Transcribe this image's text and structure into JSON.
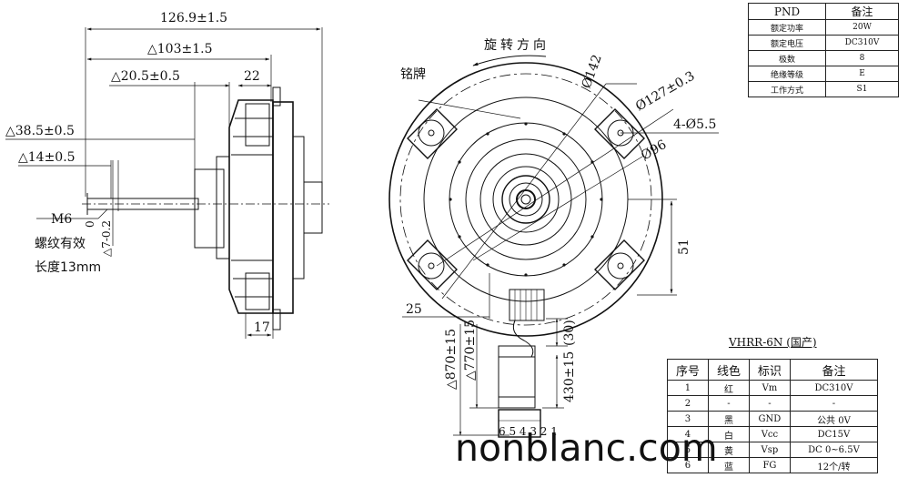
{
  "side_view": {
    "dim_overall": "126.9±1.5",
    "dim_103": "△103±1.5",
    "dim_20_5": "△20.5±0.5",
    "dim_22": "22",
    "dim_38_5": "△38.5±0.5",
    "dim_14": "△14±0.5",
    "dim_7": "△7-0.2",
    "dim_7_tol_upper": "0",
    "thread_m6": "M6",
    "thread_line1": "螺纹有效",
    "thread_line2": "长度13mm",
    "dim_17": "17"
  },
  "front_view": {
    "rotation_label": "旋转方向",
    "nameplate_label": "铭牌",
    "dim_phi142": "Ø142",
    "dim_phi127": "Ø127±0.3",
    "dim_holes": "4-Ø5.5",
    "dim_phi96": "Ø96",
    "dim_51": "51",
    "dim_25": "25",
    "dim_870": "△870±15",
    "dim_770": "△770±15",
    "dim_30": "(30)",
    "dim_430": "430±15",
    "connector_pins": "6 5 4 3 2 1"
  },
  "spec_table": {
    "headers": [
      "PND",
      "备注"
    ],
    "rows": [
      [
        "额定功率",
        "20W"
      ],
      [
        "额定电压",
        "DC310V"
      ],
      [
        "极数",
        "8"
      ],
      [
        "绝缘等级",
        "E"
      ],
      [
        "工作方式",
        "S1"
      ]
    ]
  },
  "connector_table": {
    "title": "VHRR-6N (国产)",
    "headers": [
      "序号",
      "线色",
      "标识",
      "备注"
    ],
    "rows": [
      [
        "1",
        "红",
        "Vm",
        "DC310V"
      ],
      [
        "2",
        "-",
        "-",
        "-"
      ],
      [
        "3",
        "黑",
        "GND",
        "公共 0V"
      ],
      [
        "4",
        "白",
        "Vcc",
        "DC15V"
      ],
      [
        "5",
        "黄",
        "Vsp",
        "DC 0~6.5V"
      ],
      [
        "6",
        "蓝",
        "FG",
        "12个/转"
      ]
    ]
  },
  "watermark": "nonblanc.com"
}
